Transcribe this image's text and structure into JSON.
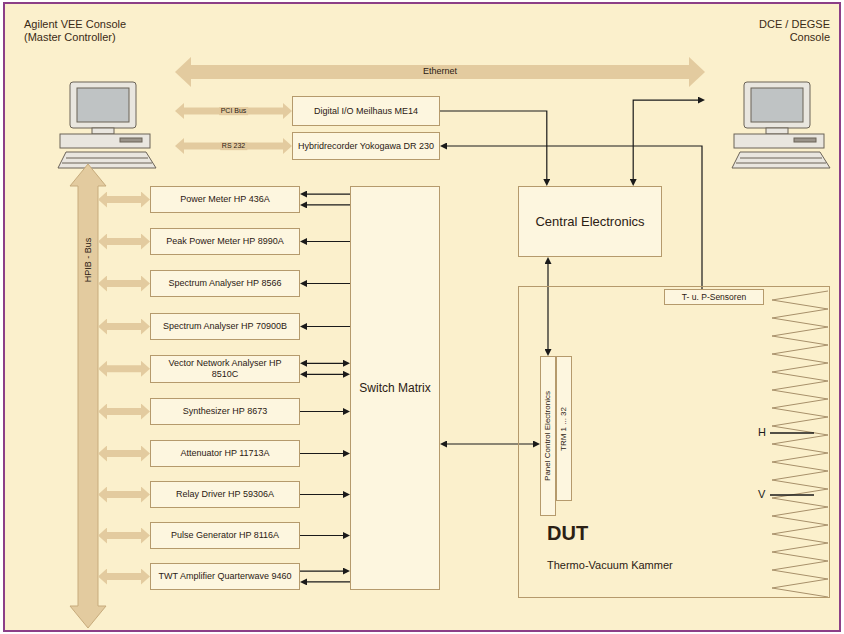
{
  "diagram": {
    "nodes": [
      {
        "text": [
          "Agilent VEE Console (Master Controller)"
        ]
      },
      {
        "text": [
          "DCE / DEGSE Console"
        ]
      },
      {
        "text": [
          "Digital I/O Meilhaus ME14"
        ]
      },
      {
        "text": [
          "Hybridrecorder Yokogawa DR 230"
        ]
      },
      {
        "text": [
          "HPIB - Bus"
        ]
      },
      {
        "text": [
          "Power Meter HP 436A"
        ]
      },
      {
        "text": [
          "Peak Power Meter HP 8990A"
        ]
      },
      {
        "text": [
          "Spectrum Analyser HP 8566"
        ]
      },
      {
        "text": [
          "Spectrum Analyser HP 70900B"
        ]
      },
      {
        "text": [
          "Vector Network Analyser HP 8510C"
        ]
      },
      {
        "text": [
          "Synthesizer HP 8673"
        ]
      },
      {
        "text": [
          "Attenuator HP 11713A"
        ]
      },
      {
        "text": [
          "Relay Driver HP 59306A"
        ]
      },
      {
        "text": [
          "Pulse Generator HP 8116A"
        ]
      },
      {
        "text": [
          "TWT Amplifier Quarterwave 9460"
        ]
      },
      {
        "text": [
          "Switch Matrix"
        ]
      },
      {
        "text": [
          "Central Electronics"
        ]
      },
      {
        "text": [
          "DUT",
          "Thermo-Vacuum Kammer"
        ]
      },
      {
        "text": [
          "T- u. P-Sensoren"
        ],
        "in": 17
      },
      {
        "text": [
          "Panel Control Electronics"
        ],
        "in": 17
      },
      {
        "text": [
          "TRM 1 ... 32"
        ],
        "in": 17
      }
    ],
    "edges": [
      {
        "from": 0,
        "to": 1,
        "arrow": "both",
        "label": "Ethernet"
      },
      {
        "from": 0,
        "to": 2,
        "arrow": "both",
        "label": "PCI Bus"
      },
      {
        "from": 0,
        "to": 3,
        "arrow": "both",
        "label": "RS 232"
      },
      {
        "from": 4,
        "to": 5,
        "arrow": "both"
      },
      {
        "from": 4,
        "to": 6,
        "arrow": "both"
      },
      {
        "from": 4,
        "to": 7,
        "arrow": "both"
      },
      {
        "from": 4,
        "to": 8,
        "arrow": "both"
      },
      {
        "from": 4,
        "to": 9,
        "arrow": "both"
      },
      {
        "from": 4,
        "to": 10,
        "arrow": "both"
      },
      {
        "from": 4,
        "to": 11,
        "arrow": "both"
      },
      {
        "from": 4,
        "to": 12,
        "arrow": "both"
      },
      {
        "from": 4,
        "to": 13,
        "arrow": "both"
      },
      {
        "from": 4,
        "to": 14,
        "arrow": "both"
      },
      {
        "from": 15,
        "to": 5,
        "arrow": "to"
      },
      {
        "from": 15,
        "to": 5,
        "arrow": "to"
      },
      {
        "from": 15,
        "to": 6,
        "arrow": "to"
      },
      {
        "from": 15,
        "to": 7,
        "arrow": "to"
      },
      {
        "from": 15,
        "to": 8,
        "arrow": "to"
      },
      {
        "from": 9,
        "to": 15,
        "arrow": "both"
      },
      {
        "from": 9,
        "to": 15,
        "arrow": "both"
      },
      {
        "from": 10,
        "to": 15,
        "arrow": "to"
      },
      {
        "from": 11,
        "to": 15,
        "arrow": "to"
      },
      {
        "from": 12,
        "to": 15,
        "arrow": "to"
      },
      {
        "from": 13,
        "to": 15,
        "arrow": "to"
      },
      {
        "from": 14,
        "to": 15,
        "arrow": "to"
      },
      {
        "from": 15,
        "to": 14,
        "arrow": "to"
      },
      {
        "from": 15,
        "to": 19,
        "arrow": "both"
      },
      {
        "from": 2,
        "to": 16,
        "arrow": "to"
      },
      {
        "from": 16,
        "to": 1,
        "arrow": "both"
      },
      {
        "from": 16,
        "to": 19,
        "arrow": "both"
      },
      {
        "from": 18,
        "to": 3,
        "arrow": "to"
      }
    ],
    "labels": [
      "H",
      "V"
    ]
  }
}
